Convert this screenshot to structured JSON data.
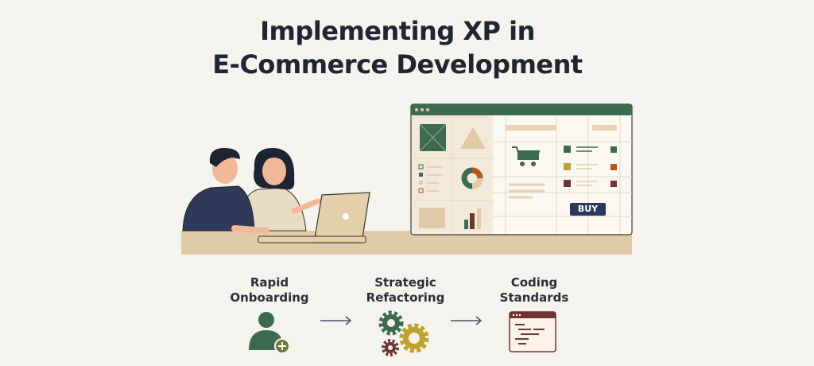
{
  "title": {
    "line1": "Implementing XP in",
    "line2": "E-Commerce Development"
  },
  "illustration": {
    "buy_button": "BUY"
  },
  "steps": [
    {
      "label_line1": "Rapid",
      "label_line2": "Onboarding",
      "icon": "user-add-icon"
    },
    {
      "label_line1": "Strategic",
      "label_line2": "Refactoring",
      "icon": "gears-icon"
    },
    {
      "label_line1": "Coding",
      "label_line2": "Standards",
      "icon": "code-window-icon"
    }
  ],
  "colors": {
    "green": "#3d6b4f",
    "navy": "#2f3a5a",
    "tan": "#e0cba8",
    "mustard": "#c0a22c",
    "maroon": "#6e3530",
    "rust": "#b5541f"
  }
}
